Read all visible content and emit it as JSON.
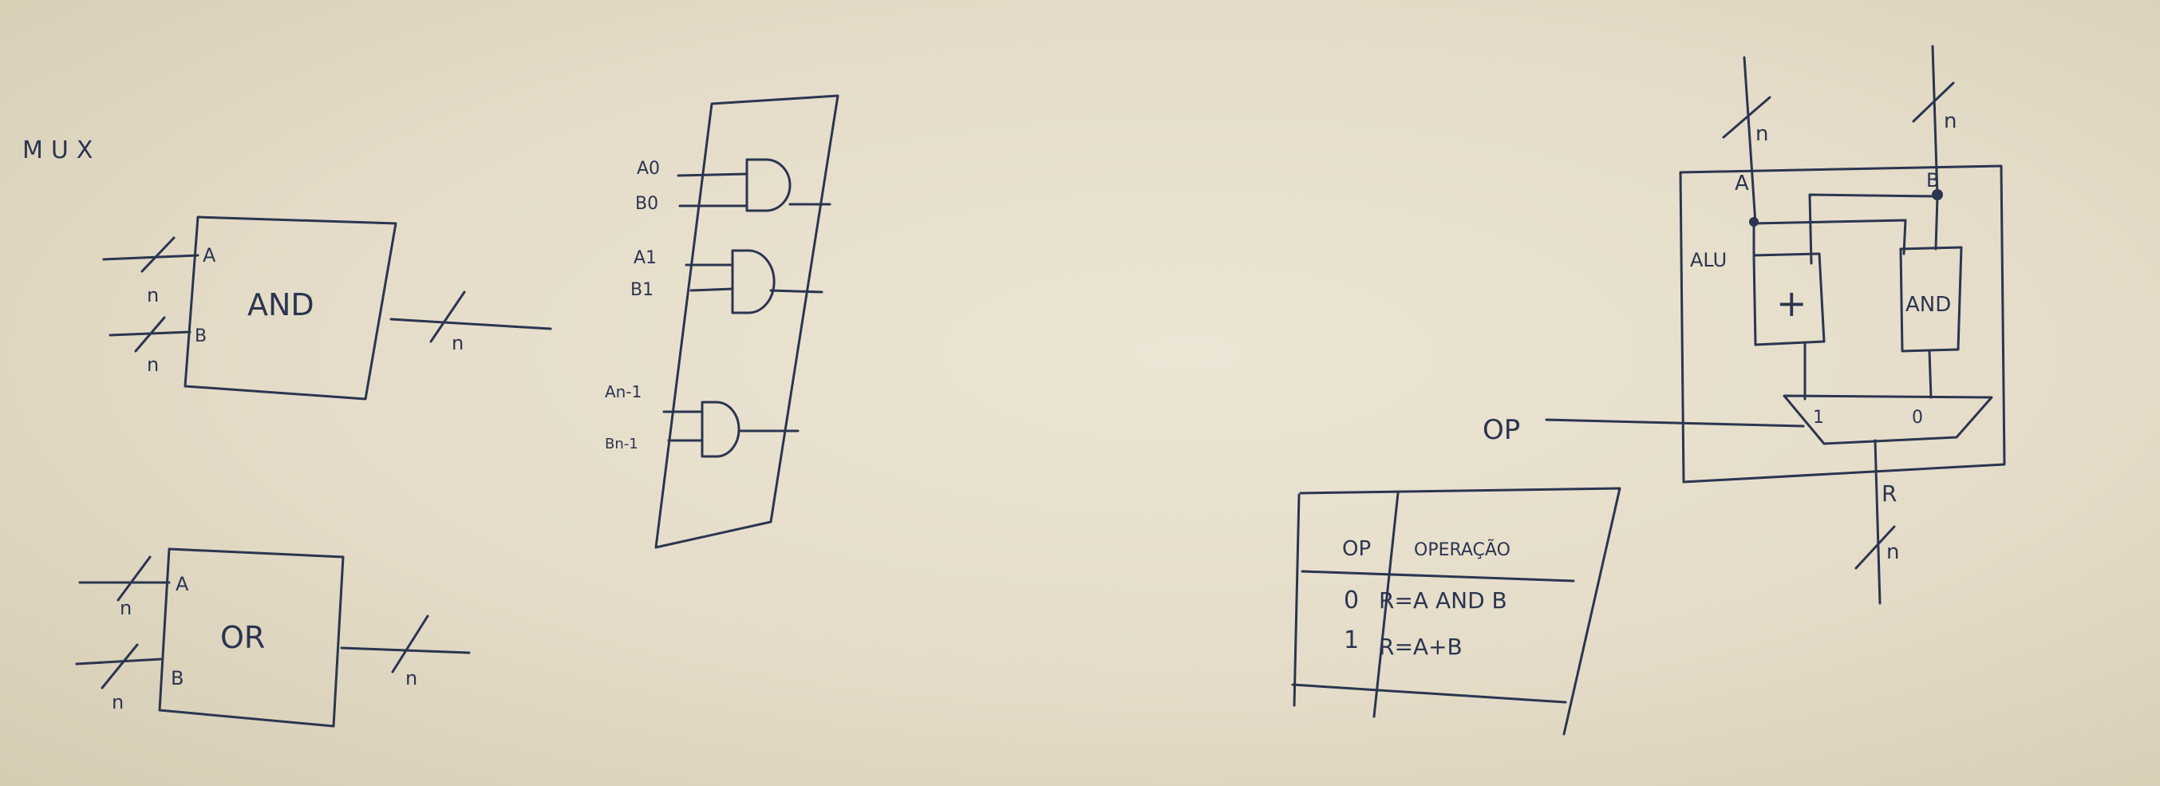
{
  "mux_title": "MUX",
  "and_block": {
    "label": "AND",
    "input_a": "A",
    "input_b": "B",
    "width_a": "n",
    "width_b": "n",
    "width_out": "n"
  },
  "or_block": {
    "label": "OR",
    "input_a": "A",
    "input_b": "B",
    "width_a": "n",
    "width_b": "n",
    "width_out": "n"
  },
  "and_array": {
    "gates": [
      {
        "a": "A0",
        "b": "B0"
      },
      {
        "a": "A1",
        "b": "B1"
      },
      {
        "a": "An-1",
        "b": "Bn-1"
      }
    ]
  },
  "alu": {
    "label": "ALU",
    "input_a": "A",
    "input_b": "B",
    "width_a": "n",
    "width_b": "n",
    "adder_label": "+",
    "and_label": "AND",
    "mux_in_1": "1",
    "mux_in_0": "0",
    "op_label": "OP",
    "out_label": "R",
    "width_out": "n"
  },
  "op_table": {
    "headers": [
      "OP",
      "OPERAÇÃO"
    ],
    "rows": [
      {
        "op": "0",
        "operation": "R=A AND B"
      },
      {
        "op": "1",
        "operation": "R=A+B"
      }
    ]
  },
  "colors": {
    "ink": "#2b3550",
    "board": "#e8e0cc"
  }
}
